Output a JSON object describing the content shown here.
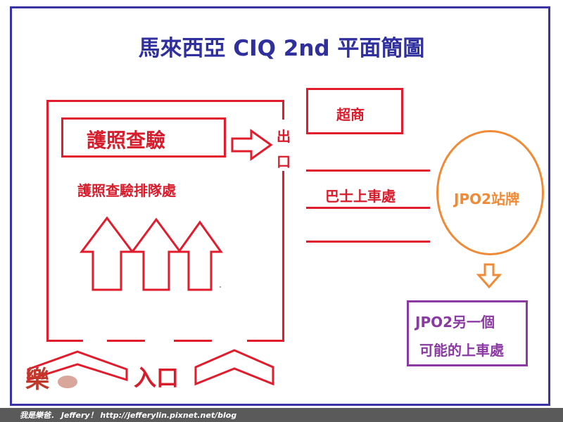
{
  "title": "馬來西亞 CIQ 2nd 平面簡圖",
  "immigration": {
    "check_label": "護照查驗",
    "queue_label": "護照查驗排隊處",
    "exit_label": [
      "出",
      "口"
    ],
    "entrance_label": "入口"
  },
  "store_label": "超商",
  "bus_area_label": "巴士上車處",
  "stop_sign_label": "JPO2站牌",
  "alt_pickup": {
    "line1": "JPO2另一個",
    "line2": "可能的上車處"
  },
  "logo_text": "樂",
  "footer_text": "我是樂爸． Jeffery！ http://jefferylin.pixnet.net/blog",
  "colors": {
    "title": "#2f2f9e",
    "red": "#e21c2c",
    "orange": "#f08a36",
    "purple": "#8b3aa3",
    "frame": "#3a33a8"
  }
}
